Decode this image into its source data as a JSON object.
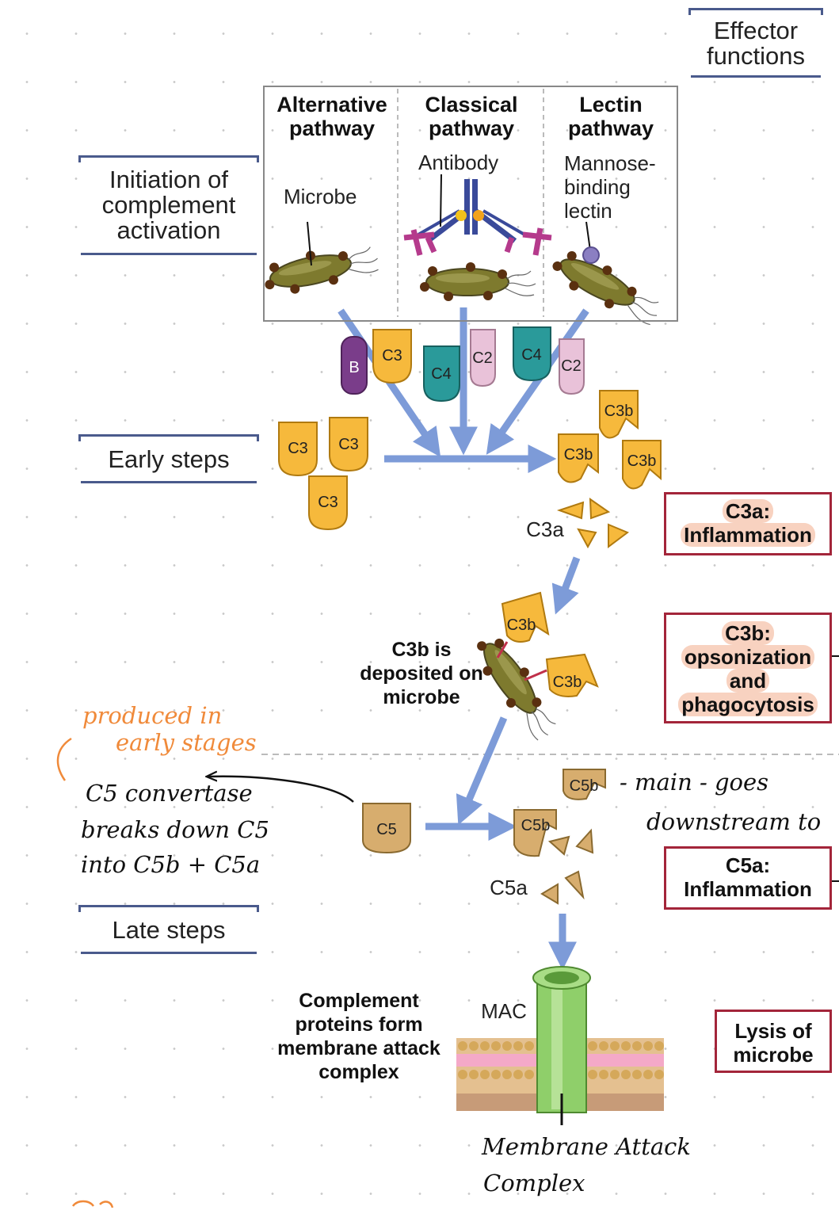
{
  "stages": {
    "effector": "Effector functions",
    "initiation": "Initiation of complement activation",
    "early": "Early steps",
    "late": "Late steps"
  },
  "pathways": [
    {
      "title": "Alternative pathway",
      "label": "Microbe"
    },
    {
      "title": "Classical pathway",
      "label": "Antibody"
    },
    {
      "title": "Lectin pathway",
      "label": "Mannose-binding lectin"
    }
  ],
  "proteins": {
    "b": "B",
    "c3": "C3",
    "c4": "C4",
    "c2": "C2",
    "c3b": "C3b",
    "c3a": "C3a",
    "c5": "C5",
    "c5b": "C5b",
    "c5a": "C5a",
    "mac": "MAC"
  },
  "captions": {
    "deposited": "C3b is deposited on microbe",
    "mac_form": "Complement proteins form membrane attack complex"
  },
  "effects": {
    "c3a_title": "C3a:",
    "c3a_text": "Inflammation",
    "c3b_title": "C3b:",
    "c3b_l1": "opsonization",
    "c3b_l2": "and",
    "c3b_l3": "phagocytosis",
    "c5a_title": "C5a:",
    "c5a_text": "Inflammation",
    "lysis": "Lysis of microbe"
  },
  "notes": {
    "produced": "produced in",
    "early_stages": "early stages",
    "convertase": "C5 convertase",
    "breaks": "breaks down C5",
    "into": "into C5b + C5a",
    "main": "- main - goes",
    "downstream": "downstream to",
    "mac_full_1": "Membrane Attack",
    "mac_full_2": "Complex"
  },
  "colors": {
    "c3": "#f6b93c",
    "c4": "#2a9a9a",
    "c2": "#e9c2d9",
    "b": "#7a3d8a",
    "c5": "#d7ad6e",
    "arrow": "#7d9bd8",
    "effect_border": "#a3253a",
    "annotation": "#f08a3a"
  }
}
